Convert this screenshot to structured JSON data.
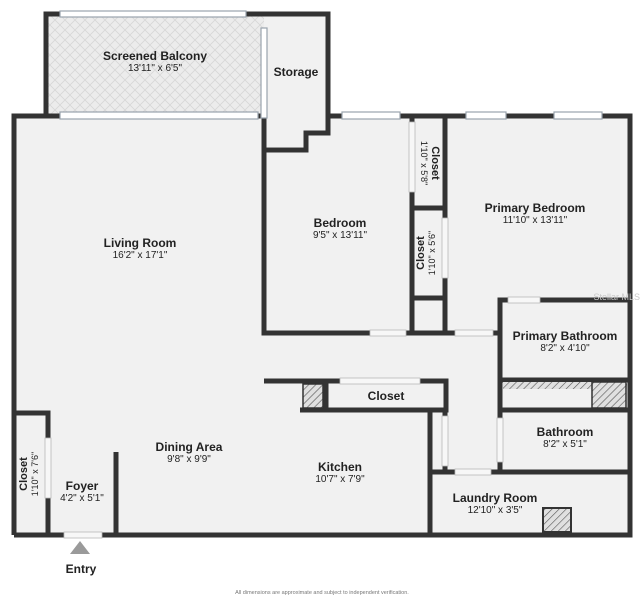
{
  "rooms": {
    "balcony": {
      "name": "Screened Balcony",
      "dim": "13'11\" x 6'5\""
    },
    "storage": {
      "name": "Storage"
    },
    "living": {
      "name": "Living Room",
      "dim": "16'2\" x 17'1\""
    },
    "bedroom": {
      "name": "Bedroom",
      "dim": "9'5\" x 13'11\""
    },
    "closet1": {
      "name": "Closet",
      "dim": "1'10\" x 5'8\""
    },
    "closet2": {
      "name": "Closet",
      "dim": "1'10\" x 5'6\""
    },
    "primary_bedroom": {
      "name": "Primary Bedroom",
      "dim": "11'10\" x 13'11\""
    },
    "primary_bath": {
      "name": "Primary Bathroom",
      "dim": "8'2\" x 4'10\""
    },
    "hall_closet": {
      "name": "Closet"
    },
    "bathroom": {
      "name": "Bathroom",
      "dim": "8'2\" x 5'1\""
    },
    "dining": {
      "name": "Dining Area",
      "dim": "9'8\" x 9'9\""
    },
    "kitchen": {
      "name": "Kitchen",
      "dim": "10'7\" x 7'9\""
    },
    "foyer_closet": {
      "name": "Closet",
      "dim": "1'10\" x 7'6\""
    },
    "foyer": {
      "name": "Foyer",
      "dim": "4'2\" x 5'1\""
    },
    "laundry": {
      "name": "Laundry Room",
      "dim": "12'10\" x 3'5\""
    }
  },
  "entry_label": "Entry",
  "footnote": "All dimensions are approximate and subject to independent verification.",
  "watermark": "Stellar MLS",
  "colors": {
    "wall": "#333333",
    "floor": "#f1f1f1",
    "balcony": "#e9e9e9",
    "window": "#9aa3ad"
  }
}
